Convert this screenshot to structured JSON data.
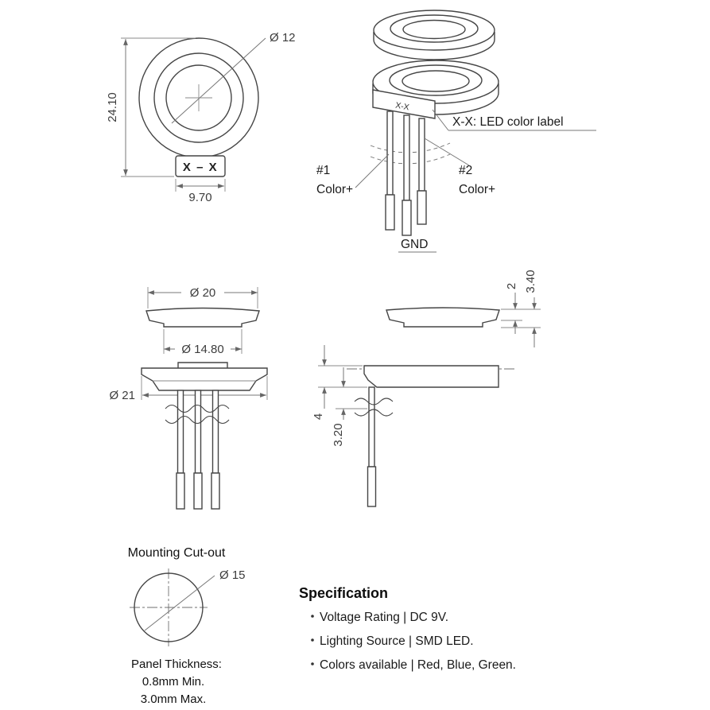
{
  "front_view": {
    "dia": "Ø 12",
    "height": "24.10",
    "width": "9.70",
    "marking": "X – X"
  },
  "exploded_view": {
    "tab_marking": "X-X",
    "callout": "X-X: LED color label",
    "pin1_num": "#1",
    "pin1_label": "Color+",
    "pin2_num": "#2",
    "pin2_label": "Color+",
    "gnd_label": "GND"
  },
  "side_view": {
    "dia_cap": "Ø 20",
    "dia_inner": "Ø 14.80",
    "dia_flange": "Ø 21"
  },
  "profile_view": {
    "cap_lip": "2",
    "cap_height": "3.40",
    "body_height": "4",
    "pin_dim": "3.20"
  },
  "cutout_view": {
    "title": "Mounting Cut-out",
    "dia": "Ø 15",
    "panel_label": "Panel Thickness:",
    "panel_min": "0.8mm Min.",
    "panel_max": "3.0mm Max."
  },
  "specification": {
    "heading": "Specification",
    "items": [
      "Voltage Rating |  DC  9V.",
      "Lighting Source | SMD LED.",
      "Colors available | Red, Blue, Green."
    ]
  }
}
